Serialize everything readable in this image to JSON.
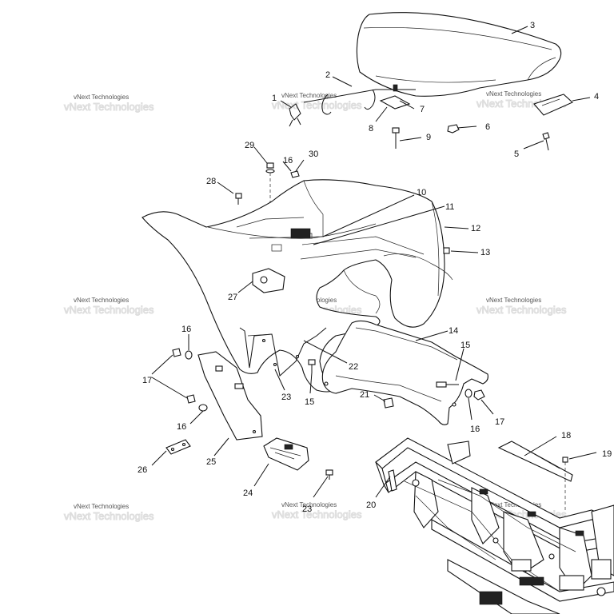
{
  "watermark_text": "vNext Technologies",
  "callouts": {
    "c1": "1",
    "c2": "2",
    "c3": "3",
    "c4": "4",
    "c5": "5",
    "c6": "6",
    "c7": "7",
    "c8": "8",
    "c9": "9",
    "c10": "10",
    "c11": "11",
    "c12": "12",
    "c13": "13",
    "c14": "14",
    "c15a": "15",
    "c15b": "15",
    "c16a": "16",
    "c16b": "16",
    "c16c": "16",
    "c16d": "16",
    "c17a": "17",
    "c17b": "17",
    "c18": "18",
    "c19": "19",
    "c20": "20",
    "c21": "21",
    "c22": "22",
    "c23a": "23",
    "c23b": "23",
    "c24": "24",
    "c25": "25",
    "c26": "26",
    "c27": "27",
    "c28": "28",
    "c29": "29",
    "c30": "30"
  }
}
